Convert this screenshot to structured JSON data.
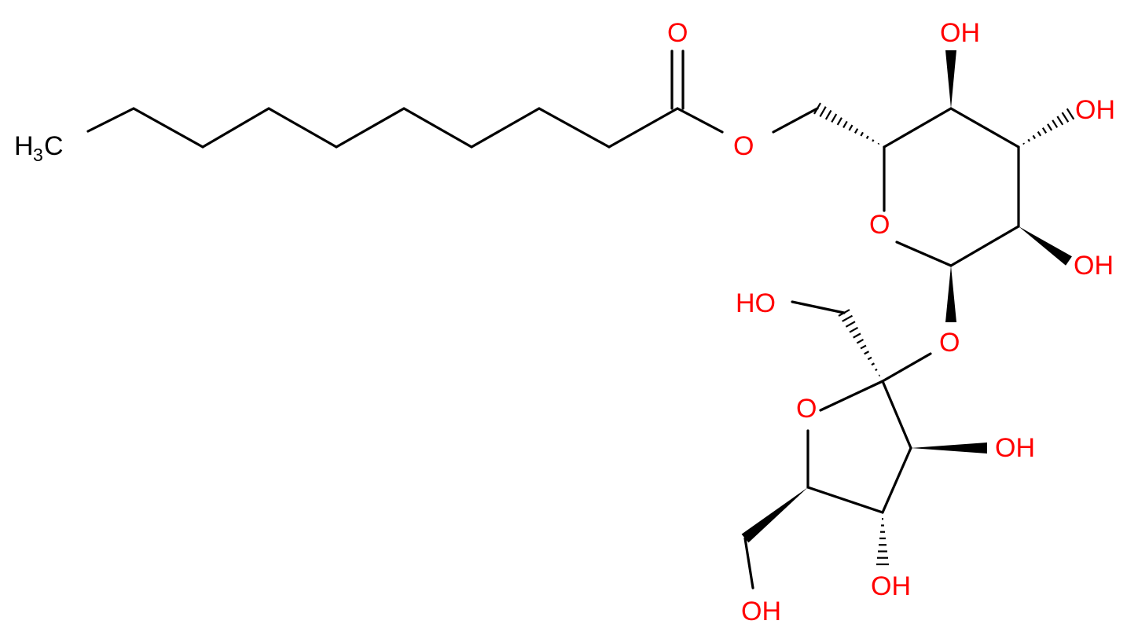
{
  "colors": {
    "background": "#ffffff",
    "bond": "#000000",
    "carbon_label": "#000000",
    "oxygen_label": "#ff0000"
  },
  "labels": {
    "methyl_h": "H",
    "methyl_sub": "3",
    "methyl_c": "C",
    "carbonyl_o": "O",
    "ester_o": "O",
    "pyranose_ring_o": "O",
    "pyr_c4_oh": "OH",
    "pyr_c3_oh": "OH",
    "pyr_c2_oh": "OH",
    "glycosidic_o": "O",
    "fru_c1_oh": "HO",
    "furanose_ring_o": "O",
    "fru_c3_oh": "OH",
    "fru_c4_oh": "OH",
    "fru_c6_oh": "OH"
  }
}
